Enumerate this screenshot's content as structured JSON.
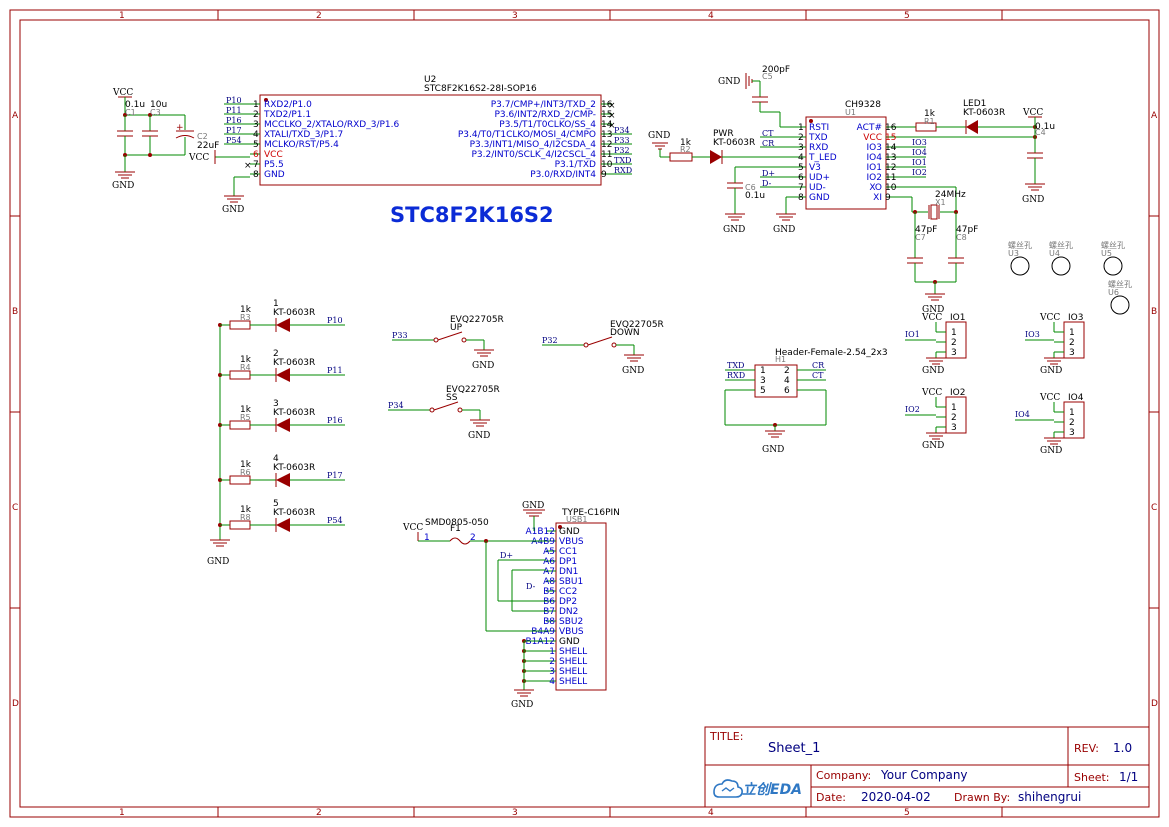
{
  "frame": {
    "columns": [
      "1",
      "2",
      "3",
      "4",
      "5"
    ],
    "rows": [
      "A",
      "B",
      "C",
      "D"
    ]
  },
  "mcu": {
    "ref": "U2",
    "part": "STC8F2K16S2-28I-SOP16",
    "title": "STC8F2K16S2",
    "left_pins": [
      {
        "num": "1",
        "name": "RXD2/P1.0",
        "net": "P10"
      },
      {
        "num": "2",
        "name": "TXD2/P1.1",
        "net": "P11"
      },
      {
        "num": "3",
        "name": "MCCLKO_2/XTALO/RXD_3/P1.6",
        "net": "P16"
      },
      {
        "num": "4",
        "name": "XTALI/TXD_3/P1.7",
        "net": "P17"
      },
      {
        "num": "5",
        "name": "MCLKO/RST/P5.4",
        "net": "P54"
      },
      {
        "num": "6",
        "name": "VCC",
        "net": ""
      },
      {
        "num": "7",
        "name": "P5.5",
        "net": ""
      },
      {
        "num": "8",
        "name": "GND",
        "net": ""
      }
    ],
    "right_pins": [
      {
        "num": "16",
        "name": "P3.7/CMP+/INT3/TXD_2",
        "net": ""
      },
      {
        "num": "15",
        "name": "P3.6/INT2/RXD_2/CMP-",
        "net": ""
      },
      {
        "num": "14",
        "name": "P3.5/T1/T0CLKO/SS_4",
        "net": ""
      },
      {
        "num": "13",
        "name": "P3.4/T0/T1CLKO/MOSI_4/CMPO",
        "net": "P34"
      },
      {
        "num": "12",
        "name": "P3.3/INT1/MISO_4/I2CSDA_4",
        "net": "P33"
      },
      {
        "num": "11",
        "name": "P3.2/INT0/SCLK_4/I2CSCL_4",
        "net": "P32"
      },
      {
        "num": "10",
        "name": "P3.1/TXD",
        "net": "TXD"
      },
      {
        "num": "9",
        "name": "P3.0/RXD/INT4",
        "net": "RXD"
      }
    ]
  },
  "power_caps": {
    "vcc": "VCC",
    "gnd": "GND",
    "c1": {
      "ref": "C1",
      "value": "0.1u"
    },
    "c3": {
      "ref": "C3",
      "value": "10u"
    },
    "c2": {
      "ref": "C2",
      "value": "22uF"
    }
  },
  "ch9328": {
    "ref": "U1",
    "part": "CH9328",
    "left_pins": [
      {
        "num": "1",
        "name": "RSTI",
        "net": ""
      },
      {
        "num": "2",
        "name": "TXD",
        "net": "CT"
      },
      {
        "num": "3",
        "name": "RXD",
        "net": "CR"
      },
      {
        "num": "4",
        "name": "T_LED",
        "net": ""
      },
      {
        "num": "5",
        "name": "V3",
        "net": ""
      },
      {
        "num": "6",
        "name": "UD+",
        "net": "D+"
      },
      {
        "num": "7",
        "name": "UD-",
        "net": "D-"
      },
      {
        "num": "8",
        "name": "GND",
        "net": ""
      }
    ],
    "right_pins": [
      {
        "num": "16",
        "name": "ACT#",
        "net": ""
      },
      {
        "num": "15",
        "name": "VCC",
        "net": ""
      },
      {
        "num": "14",
        "name": "IO3",
        "net": "IO3"
      },
      {
        "num": "13",
        "name": "IO4",
        "net": "IO4"
      },
      {
        "num": "12",
        "name": "IO1",
        "net": "IO1"
      },
      {
        "num": "11",
        "name": "IO2",
        "net": "IO2"
      },
      {
        "num": "10",
        "name": "XO",
        "net": ""
      },
      {
        "num": "9",
        "name": "XI",
        "net": ""
      }
    ],
    "c5": {
      "ref": "C5",
      "value": "200pF"
    },
    "c6": {
      "ref": "C6",
      "value": "0.1u"
    },
    "r2": {
      "ref": "R2",
      "value": "1k"
    },
    "pwr_led": {
      "ref": "PWR",
      "part": "KT-0603R"
    },
    "r1": {
      "ref": "R1",
      "value": "1k"
    },
    "led1": {
      "ref": "LED1",
      "part": "KT-0603R"
    },
    "c4": {
      "ref": "C4",
      "value": "0.1u"
    },
    "x1": {
      "ref": "X1",
      "value": "24MHz"
    },
    "c7": {
      "ref": "C7",
      "value": "47pF"
    },
    "c8": {
      "ref": "C8",
      "value": "47pF"
    }
  },
  "holes": {
    "label": "螺丝孔",
    "refs": [
      "U3",
      "U4",
      "U5",
      "U6"
    ]
  },
  "leds": [
    {
      "r_ref": "R3",
      "r_val": "1k",
      "d_num": "1",
      "d_part": "KT-0603R",
      "net": "P10"
    },
    {
      "r_ref": "R4",
      "r_val": "1k",
      "d_num": "2",
      "d_part": "KT-0603R",
      "net": "P11"
    },
    {
      "r_ref": "R5",
      "r_val": "1k",
      "d_num": "3",
      "d_part": "KT-0603R",
      "net": "P16"
    },
    {
      "r_ref": "R6",
      "r_val": "1k",
      "d_num": "4",
      "d_part": "KT-0603R",
      "net": "P17"
    },
    {
      "r_ref": "R8",
      "r_val": "1k",
      "d_num": "5",
      "d_part": "KT-0603R",
      "net": "P54"
    }
  ],
  "switches": [
    {
      "part": "EVQ22705R",
      "name": "UP",
      "net": "P33"
    },
    {
      "part": "EVQ22705R",
      "name": "DOWN",
      "net": "P32"
    },
    {
      "part": "EVQ22705R",
      "name": "SS",
      "net": "P34"
    }
  ],
  "header": {
    "ref": "H1",
    "part": "Header-Female-2.54_2x3",
    "left": [
      {
        "num": "1",
        "net": "TXD"
      },
      {
        "num": "3",
        "net": "RXD"
      },
      {
        "num": "5",
        "net": ""
      }
    ],
    "right": [
      {
        "num": "2",
        "net": "CR"
      },
      {
        "num": "4",
        "net": "CT"
      },
      {
        "num": "6",
        "net": ""
      }
    ]
  },
  "io_headers": [
    {
      "ref": "IO1",
      "net": "IO1",
      "pins": [
        "1",
        "2",
        "3"
      ]
    },
    {
      "ref": "IO2",
      "net": "IO2",
      "pins": [
        "1",
        "2",
        "3"
      ]
    },
    {
      "ref": "IO3",
      "net": "IO3",
      "pins": [
        "1",
        "2",
        "3"
      ]
    },
    {
      "ref": "IO4",
      "net": "IO4",
      "pins": [
        "1",
        "2",
        "3"
      ]
    }
  ],
  "usb": {
    "ref": "USB1",
    "part": "TYPE-C16PIN",
    "fuse": {
      "ref": "F1",
      "part": "SMD0805-050",
      "pins": [
        "1",
        "2"
      ]
    },
    "pins": [
      {
        "num": "A1B12",
        "name": "GND"
      },
      {
        "num": "A4B9",
        "name": "VBUS"
      },
      {
        "num": "A5",
        "name": "CC1"
      },
      {
        "num": "A6",
        "name": "DP1"
      },
      {
        "num": "A7",
        "name": "DN1"
      },
      {
        "num": "A8",
        "name": "SBU1"
      },
      {
        "num": "B5",
        "name": "CC2"
      },
      {
        "num": "B6",
        "name": "DP2"
      },
      {
        "num": "B7",
        "name": "DN2"
      },
      {
        "num": "B8",
        "name": "SBU2"
      },
      {
        "num": "B4A9",
        "name": "VBUS"
      },
      {
        "num": "B1A12",
        "name": "GND"
      },
      {
        "num": "1",
        "name": "SHELL"
      },
      {
        "num": "2",
        "name": "SHELL"
      },
      {
        "num": "3",
        "name": "SHELL"
      },
      {
        "num": "4",
        "name": "SHELL"
      }
    ],
    "dplus": "D+",
    "dminus": "D-"
  },
  "title_block": {
    "title_label": "TITLE:",
    "title_value": "Sheet_1",
    "rev_label": "REV:",
    "rev_value": "1.0",
    "company_label": "Company:",
    "company_value": "Your Company",
    "sheet_label": "Sheet:",
    "sheet_value": "1/1",
    "date_label": "Date:",
    "date_value": "2020-04-02",
    "drawn_label": "Drawn By:",
    "drawn_value": "shihengrui",
    "logo_text": "立创EDA"
  },
  "colors": {
    "frame": "#990000",
    "wire": "#008800",
    "net_label": "#000080",
    "title": "#0b2bd6"
  }
}
